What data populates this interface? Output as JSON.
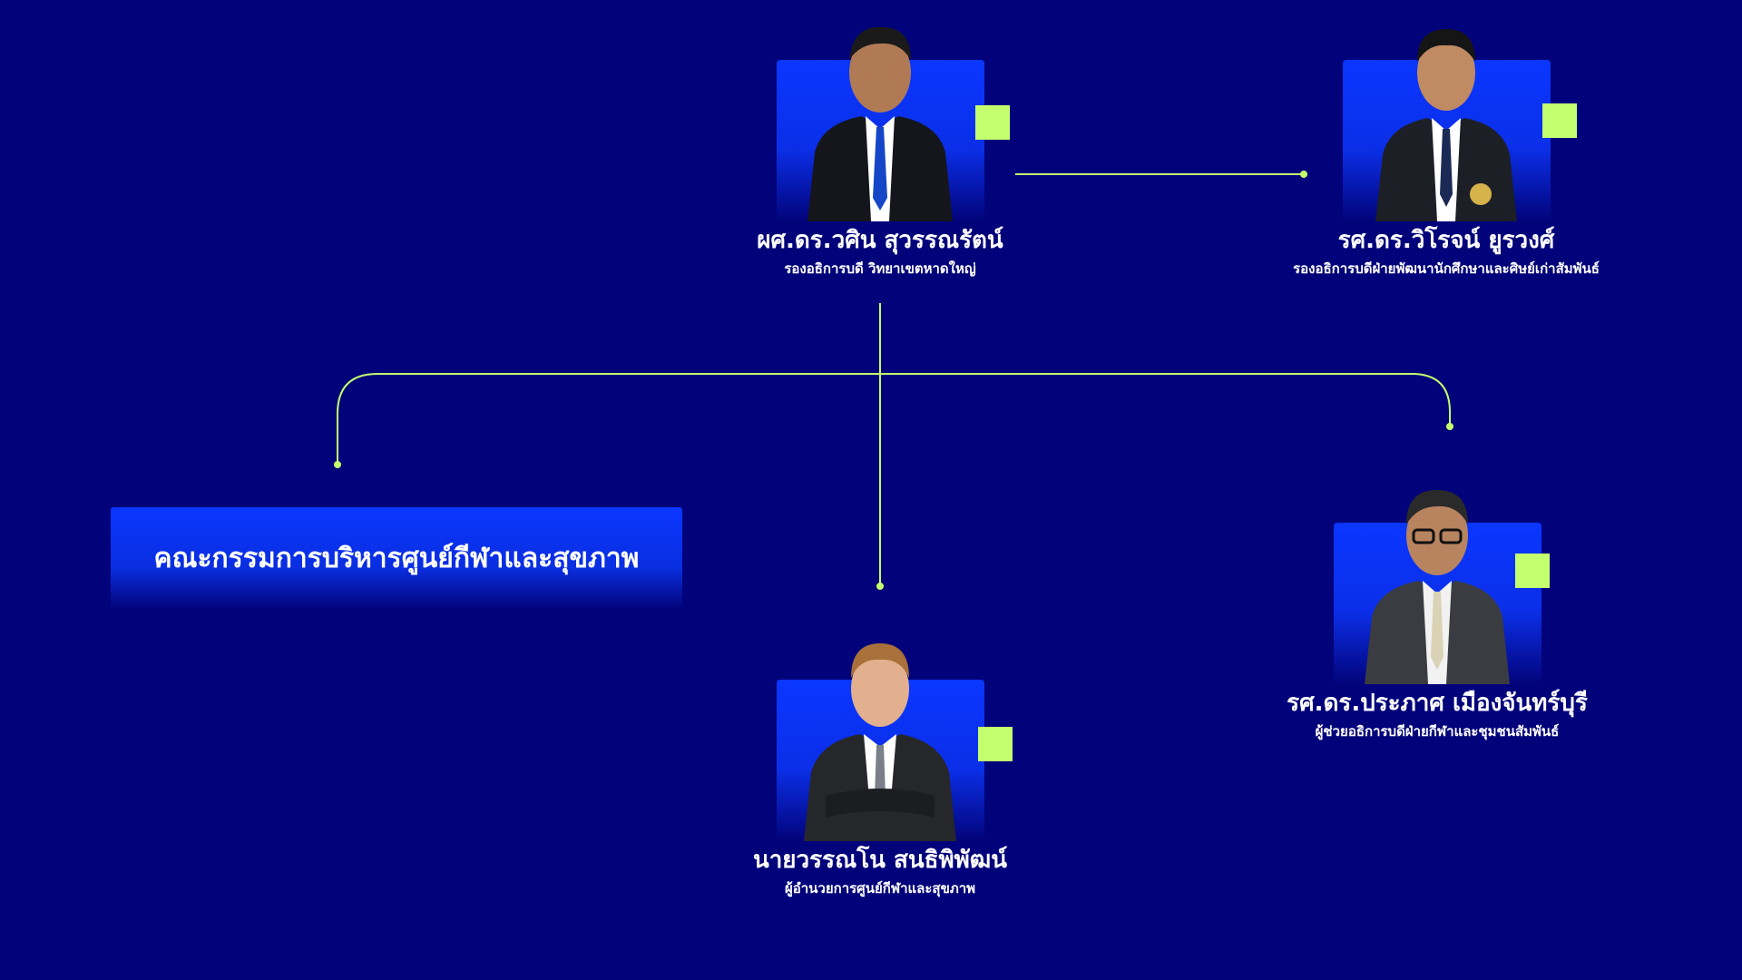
{
  "colors": {
    "background": "#02037a",
    "card": "#0a36ff",
    "accent": "#c3ff6e",
    "line": "#c3ff6e",
    "text": "#ffffff"
  },
  "people": {
    "top_left": {
      "name": "ผศ.ดร.วศิน สุวรรณรัตน์",
      "role": "รองอธิการบดี วิทยาเขตหาดใหญ่"
    },
    "top_right": {
      "name": "รศ.ดร.วิโรจน์ ยูรวงศ์",
      "role": "รองอธิการบดีฝ่ายพัฒนานักศึกษาและศิษย์เก่าสัมพันธ์"
    },
    "mid_right": {
      "name": "รศ.ดร.ประภาศ เมืองจันทร์บุรี",
      "role": "ผู้ช่วยอธิการบดีฝ่ายกีฬาและชุมชนสัมพันธ์"
    },
    "bottom_center": {
      "name": "นายวรรณโน สนธิพิพัฒน์",
      "role": "ผู้อำนวยการศูนย์กีฬาและสุขภาพ"
    }
  },
  "committee": {
    "label": "คณะกรรมการบริหารศูนย์กีฬาและสุขภาพ"
  }
}
